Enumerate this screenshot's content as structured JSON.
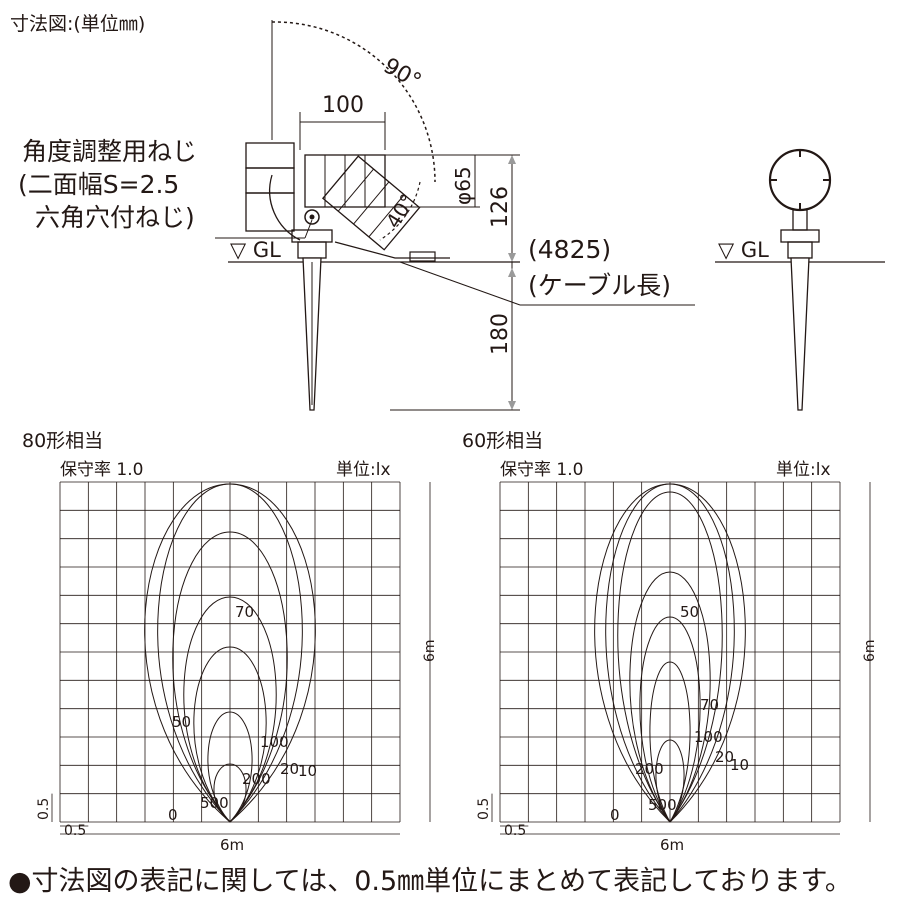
{
  "header": {
    "title": "寸法図:(単位㎜)"
  },
  "drawing": {
    "angle_top": "90°",
    "angle_side": "40°",
    "width_dim": "100",
    "diameter_dim": "φ65",
    "height_dim": "126",
    "depth_dim": "180",
    "ground_label": "▽ GL",
    "screw_note": [
      "角度調整用ねじ",
      "(二面幅S=2.5",
      "六角穴付ねじ)"
    ],
    "cable_note": [
      "(4825)",
      "(ケーブル長)"
    ]
  },
  "charts": [
    {
      "title": "80形相当",
      "maintenance": "保守率 1.0",
      "unit": "単位:lx",
      "x_span_label": "6m",
      "y_span_label": "6m",
      "grid_step_x": "0.5",
      "grid_step_y": "0.5",
      "contours": [
        {
          "label": "0",
          "value": 0
        },
        {
          "label": "500",
          "value": 500
        },
        {
          "label": "200",
          "value": 200
        },
        {
          "label": "100",
          "value": 100
        },
        {
          "label": "70",
          "value": 70
        },
        {
          "label": "50",
          "value": 50
        },
        {
          "label": "20",
          "value": 20
        },
        {
          "label": "10",
          "value": 10
        }
      ]
    },
    {
      "title": "60形相当",
      "maintenance": "保守率 1.0",
      "unit": "単位:lx",
      "x_span_label": "6m",
      "y_span_label": "6m",
      "grid_step_x": "0.5",
      "grid_step_y": "0.5",
      "contours": [
        {
          "label": "0",
          "value": 0
        },
        {
          "label": "500",
          "value": 500
        },
        {
          "label": "200",
          "value": 200
        },
        {
          "label": "100",
          "value": 100
        },
        {
          "label": "70",
          "value": 70
        },
        {
          "label": "50",
          "value": 50
        },
        {
          "label": "20",
          "value": 20
        },
        {
          "label": "10",
          "value": 10
        }
      ]
    }
  ],
  "footer": {
    "note": "●寸法図の表記に関しては、0.5㎜単位にまとめて表記しております。"
  }
}
